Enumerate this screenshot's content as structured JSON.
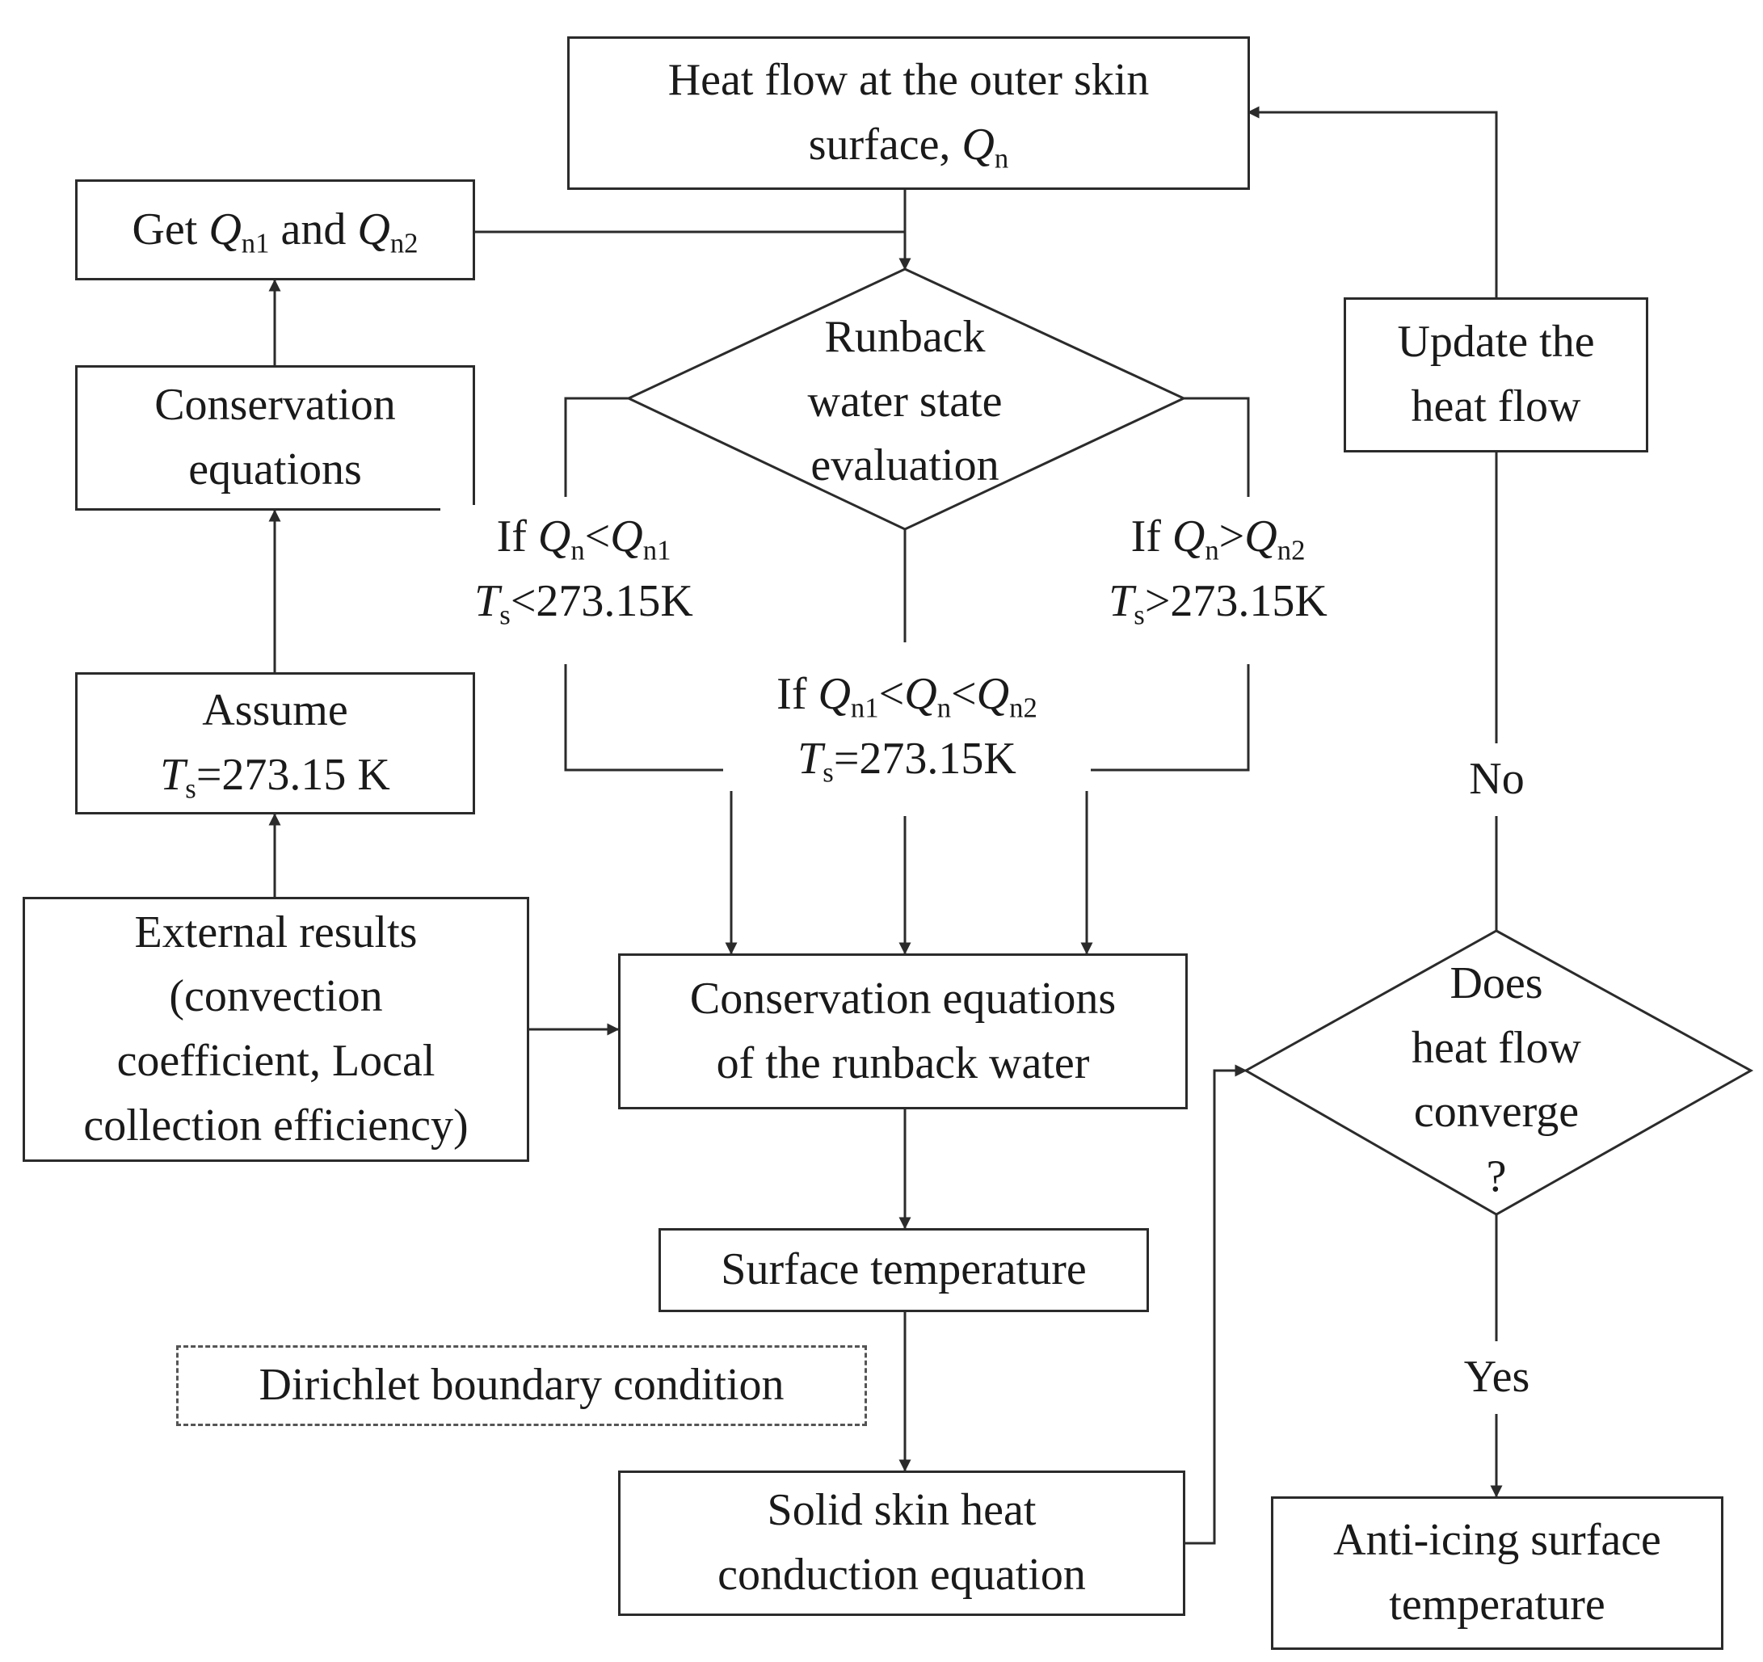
{
  "nodes": {
    "heat_flow": {
      "line1": "Heat flow at the outer skin",
      "line2_text": "surface,",
      "Q": "Q",
      "Q_sub": "n"
    },
    "get_q": {
      "prefix": "Get",
      "Q": "Q",
      "sub1": "n1",
      "and": "and",
      "sub2": "n2"
    },
    "conservation": {
      "line1": "Conservation",
      "line2": "equations"
    },
    "assume": {
      "line1": "Assume",
      "T": "T",
      "T_sub": "s",
      "value": "=273.15 K"
    },
    "external": {
      "line1": "External results",
      "line2": "(convection",
      "line3": "coefficient, Local",
      "line4": "collection efficiency)"
    },
    "runback_eval": {
      "line1": "Runback",
      "line2": "water state",
      "line3": "evaluation"
    },
    "cons_runback": {
      "line1": "Conservation equations",
      "line2": "of the runback water"
    },
    "surface_temp": {
      "label": "Surface temperature"
    },
    "dirichlet": {
      "label": "Dirichlet boundary condition"
    },
    "solid_skin": {
      "line1": "Solid skin heat",
      "line2": "conduction equation"
    },
    "update": {
      "line1": "Update the",
      "line2": "heat flow"
    },
    "converge": {
      "line1": "Does",
      "line2": "heat flow",
      "line3": "converge",
      "line4": "?"
    },
    "anti_icing": {
      "line1": "Anti-icing surface",
      "line2": "temperature"
    }
  },
  "conditions": {
    "left": {
      "if": "If",
      "Q": "Q",
      "sub_a": "n",
      "op": "<",
      "sub_b": "n1",
      "T": "T",
      "T_sub": "s",
      "t_rest": "<273.15K"
    },
    "middle": {
      "if": "If",
      "Q": "Q",
      "sub_a": "n1",
      "op1": "<",
      "sub_b": "n",
      "op2": "<",
      "sub_c": "n2",
      "T": "T",
      "T_sub": "s",
      "t_rest": "=273.15K"
    },
    "right": {
      "if": "If",
      "Q": "Q",
      "sub_a": "n",
      "op": ">",
      "sub_b": "n2",
      "T": "T",
      "T_sub": "s",
      "t_rest": ">273.15K"
    }
  },
  "edge_labels": {
    "no": "No",
    "yes": "Yes"
  }
}
